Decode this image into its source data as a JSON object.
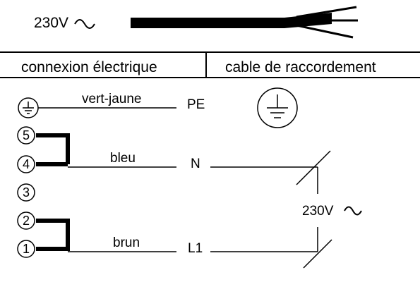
{
  "supply": {
    "voltage_label": "230V",
    "ac_symbol": "~"
  },
  "header": {
    "left_title": "connexion électrique",
    "right_title": "cable de raccordement"
  },
  "wires": {
    "earth": {
      "color_label": "vert-jaune",
      "conductor": "PE"
    },
    "neutral": {
      "color_label": "bleu",
      "conductor": "N"
    },
    "live": {
      "color_label": "brun",
      "conductor": "L1"
    }
  },
  "terminals": [
    "5",
    "4",
    "3",
    "2",
    "1"
  ],
  "cable_voltage": {
    "voltage_label": "230V",
    "ac_symbol": "~"
  }
}
